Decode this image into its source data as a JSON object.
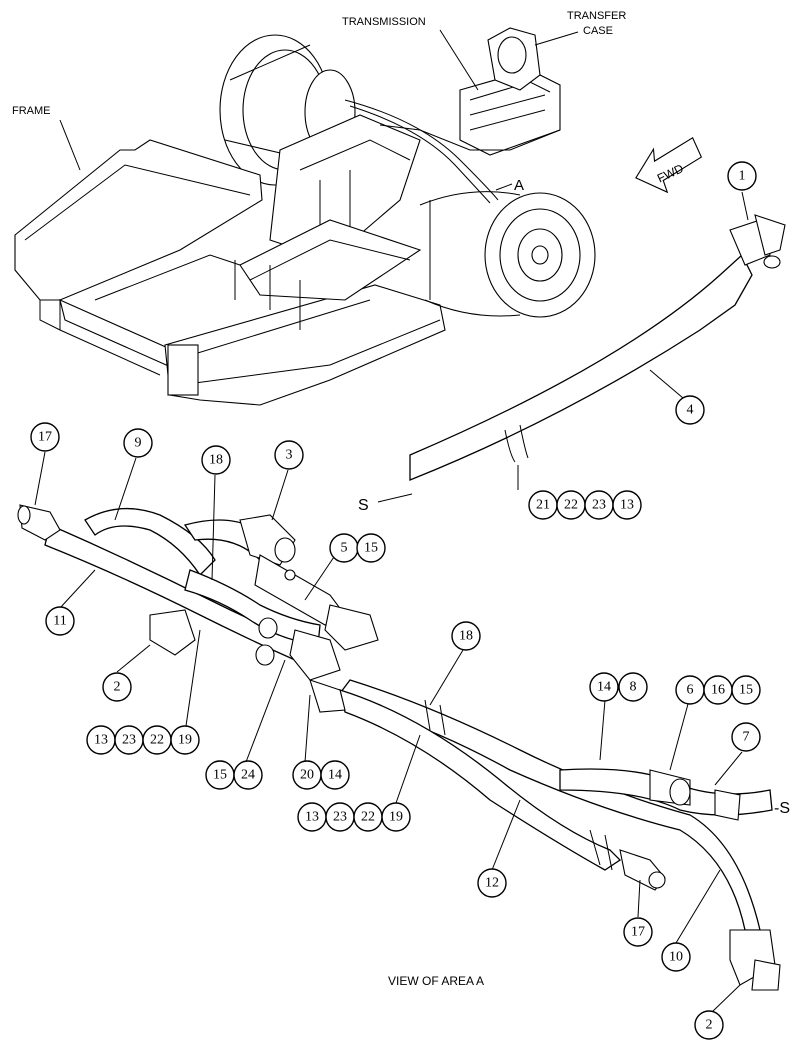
{
  "labels": {
    "transmission": "TRANSMISSION",
    "transfer_line1": "TRANSFER",
    "transfer_line2": "CASE",
    "frame": "FRAME",
    "fwd": "FWD",
    "area_marker": "A",
    "section_s_left": "S",
    "section_s_right": "-S",
    "view_caption": "VIEW OF AREA A"
  },
  "callouts": [
    "1",
    "4",
    "21",
    "22",
    "23",
    "13",
    "17",
    "9",
    "18",
    "3",
    "5",
    "15",
    "11",
    "2",
    "13",
    "23",
    "22",
    "19",
    "15",
    "24",
    "20",
    "14",
    "18",
    "14",
    "8",
    "6",
    "16",
    "15",
    "7",
    "13",
    "23",
    "22",
    "19",
    "12",
    "17",
    "10",
    "2"
  ]
}
